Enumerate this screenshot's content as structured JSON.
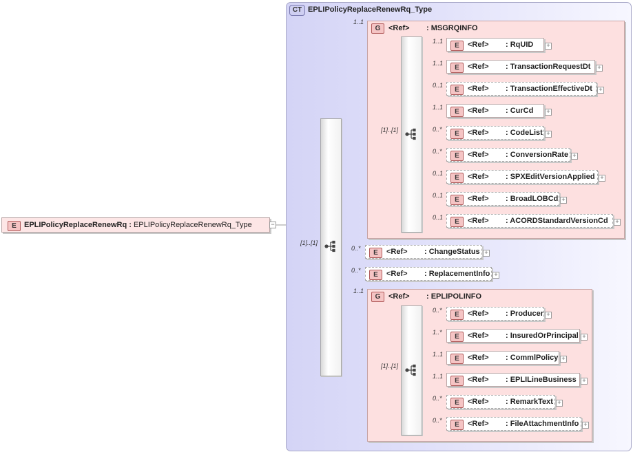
{
  "root": {
    "badge": "E",
    "name": "EPLIPolicyReplaceRenewRq",
    "type_sep": ":",
    "type": "EPLIPolicyReplaceRenewRq_Type"
  },
  "complex_type": {
    "badge": "CT",
    "name": "EPLIPolicyReplaceRenewRq_Type"
  },
  "main_sequence": {
    "cardinality": "[1]..[1]"
  },
  "ref_label": "<Ref>",
  "msgrqinfo": {
    "badge": "G",
    "name": ": MSGRQINFO",
    "cardinality": "1..1",
    "seq_cardinality": "[1]..[1]",
    "elements": [
      {
        "card": "1..1",
        "name": ": RqUID"
      },
      {
        "card": "1..1",
        "name": ": TransactionRequestDt"
      },
      {
        "card": "0..1",
        "name": ": TransactionEffectiveDt"
      },
      {
        "card": "1..1",
        "name": ": CurCd"
      },
      {
        "card": "0..*",
        "name": ": CodeList"
      },
      {
        "card": "0..*",
        "name": ": ConversionRate"
      },
      {
        "card": "0..1",
        "name": ": SPXEditVersionApplied"
      },
      {
        "card": "0..1",
        "name": ": BroadLOBCd"
      },
      {
        "card": "0..1",
        "name": ": ACORDStandardVersionCd"
      }
    ]
  },
  "middle_elements": [
    {
      "card": "0..*",
      "name": ": ChangeStatus"
    },
    {
      "card": "0..*",
      "name": ": ReplacementInfo"
    }
  ],
  "eplipolinfo": {
    "badge": "G",
    "name": ": EPLIPOLINFO",
    "cardinality": "1..1",
    "seq_cardinality": "[1]..[1]",
    "elements": [
      {
        "card": "0..*",
        "name": ": Producer"
      },
      {
        "card": "1..*",
        "name": ": InsuredOrPrincipal"
      },
      {
        "card": "1..1",
        "name": ": CommlPolicy"
      },
      {
        "card": "1..1",
        "name": ": EPLILineBusiness"
      },
      {
        "card": "0..*",
        "name": ": RemarkText"
      },
      {
        "card": "0..*",
        "name": ": FileAttachmentInfo"
      }
    ]
  }
}
